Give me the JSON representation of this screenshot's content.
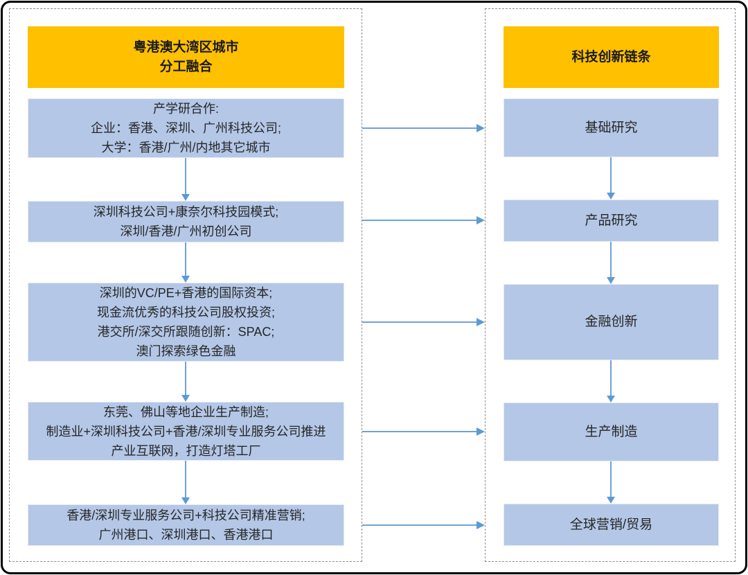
{
  "left_panel": {
    "header": "粤港澳大湾区城市\n分工融合",
    "boxes": [
      {
        "text": "产学研合作:\n企业：香港、深圳、广州科技公司;\n大学：香港/广州/内地其它城市"
      },
      {
        "text": "深圳科技公司+康奈尔科技园模式;\n深圳/香港/广州初创公司"
      },
      {
        "text": "深圳的VC/PE+香港的国际资本;\n现金流优秀的科技公司股权投资;\n港交所/深交所跟随创新：SPAC;\n澳门探索绿色金融"
      },
      {
        "text": "东莞、佛山等地企业生产制造;\n制造业+深圳科技公司+香港/深圳专业服务公司推进\n产业互联网，打造灯塔工厂"
      },
      {
        "text": "香港/深圳专业服务公司+科技公司精准营销;\n广州港口、深圳港口、香港港口"
      }
    ]
  },
  "right_panel": {
    "header": "科技创新链条",
    "boxes": [
      {
        "text": "基础研究"
      },
      {
        "text": "产品研究"
      },
      {
        "text": "金融创新"
      },
      {
        "text": "生产制造"
      },
      {
        "text": "全球营销/贸易"
      }
    ]
  },
  "colors": {
    "header_fill": "#FFC000",
    "box_fill": "#B4C7E7",
    "arrow": "#5B9BD5",
    "text": "#262626"
  }
}
